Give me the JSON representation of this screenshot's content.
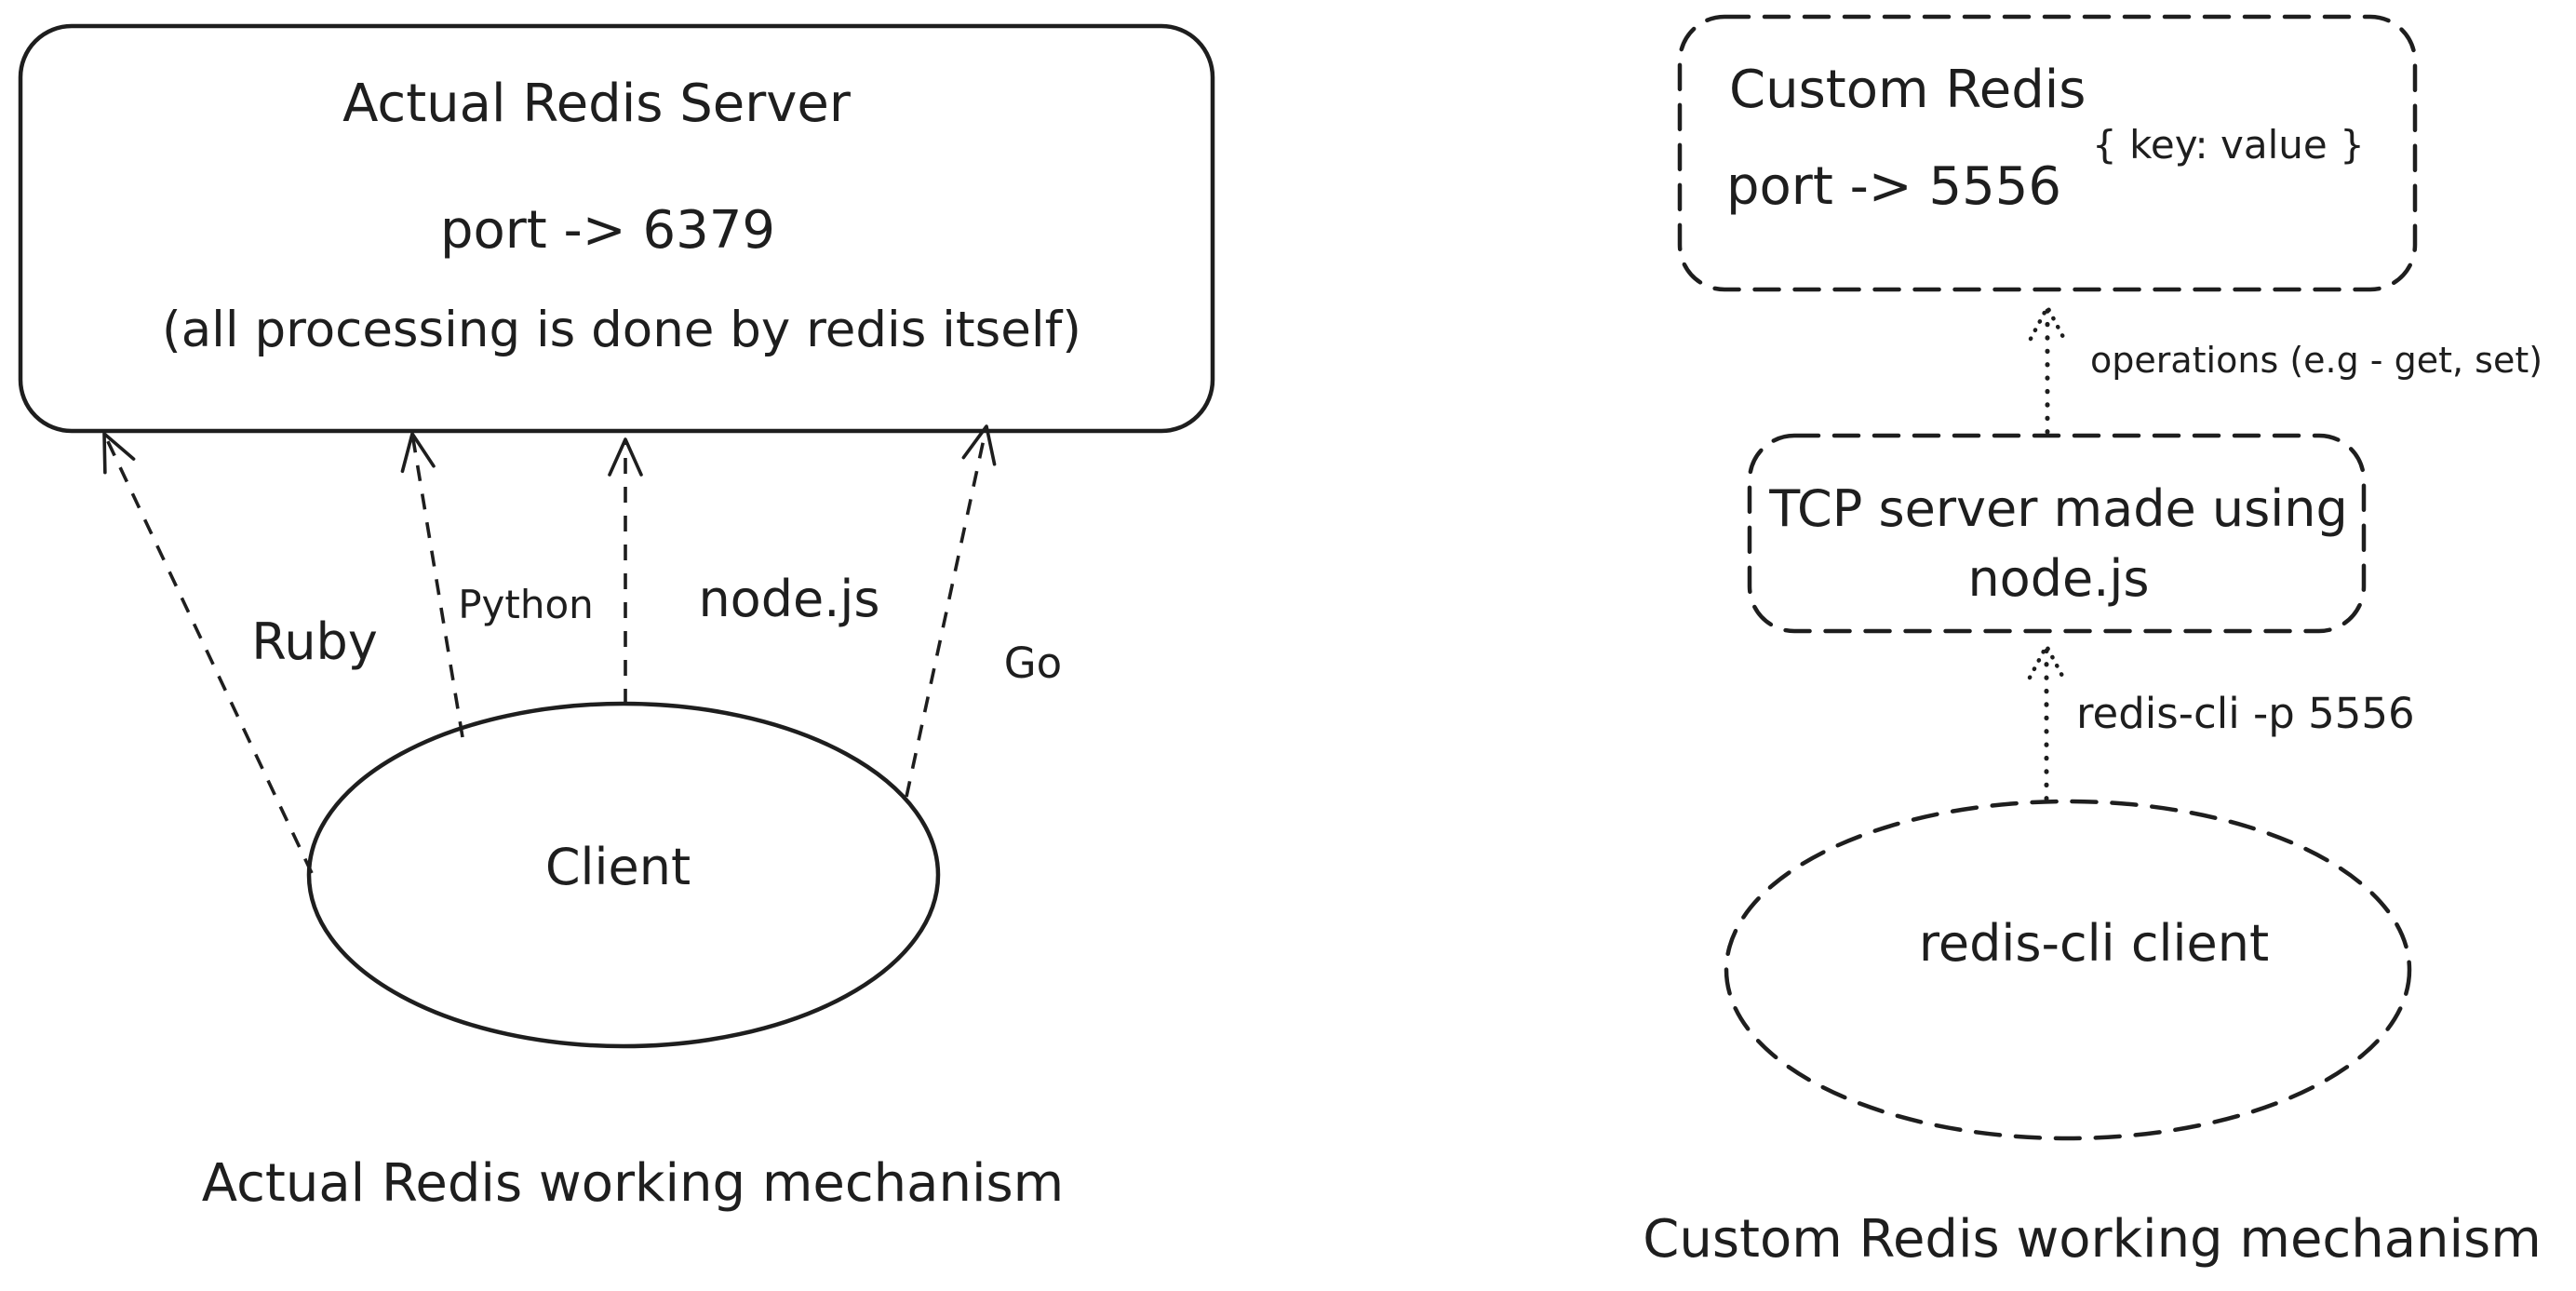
{
  "colors": {
    "ink": "#1e1e1e",
    "background": "#ffffff"
  },
  "left_diagram": {
    "server_box": {
      "title": "Actual Redis Server",
      "port_line": "port -> 6379",
      "note_line": "(all processing is done by redis itself)"
    },
    "client_ellipse": {
      "label": "Client"
    },
    "arrows": {
      "ruby_label": "Ruby",
      "python_label": "Python",
      "nodejs_label": "node.js",
      "go_label": "Go"
    },
    "caption": "Actual Redis working mechanism"
  },
  "right_diagram": {
    "custom_redis_box": {
      "title": "Custom Redis",
      "port_line": "port -> 5556",
      "kv_annotation": "{ key: value }"
    },
    "operations_arrow": {
      "label": "operations (e.g - get, set)"
    },
    "tcp_server_box": {
      "line1": "TCP server made using",
      "line2": "node.js"
    },
    "cli_arrow": {
      "label": "redis-cli -p 5556"
    },
    "client_ellipse": {
      "label": "redis-cli client"
    },
    "caption": "Custom Redis working mechanism"
  }
}
